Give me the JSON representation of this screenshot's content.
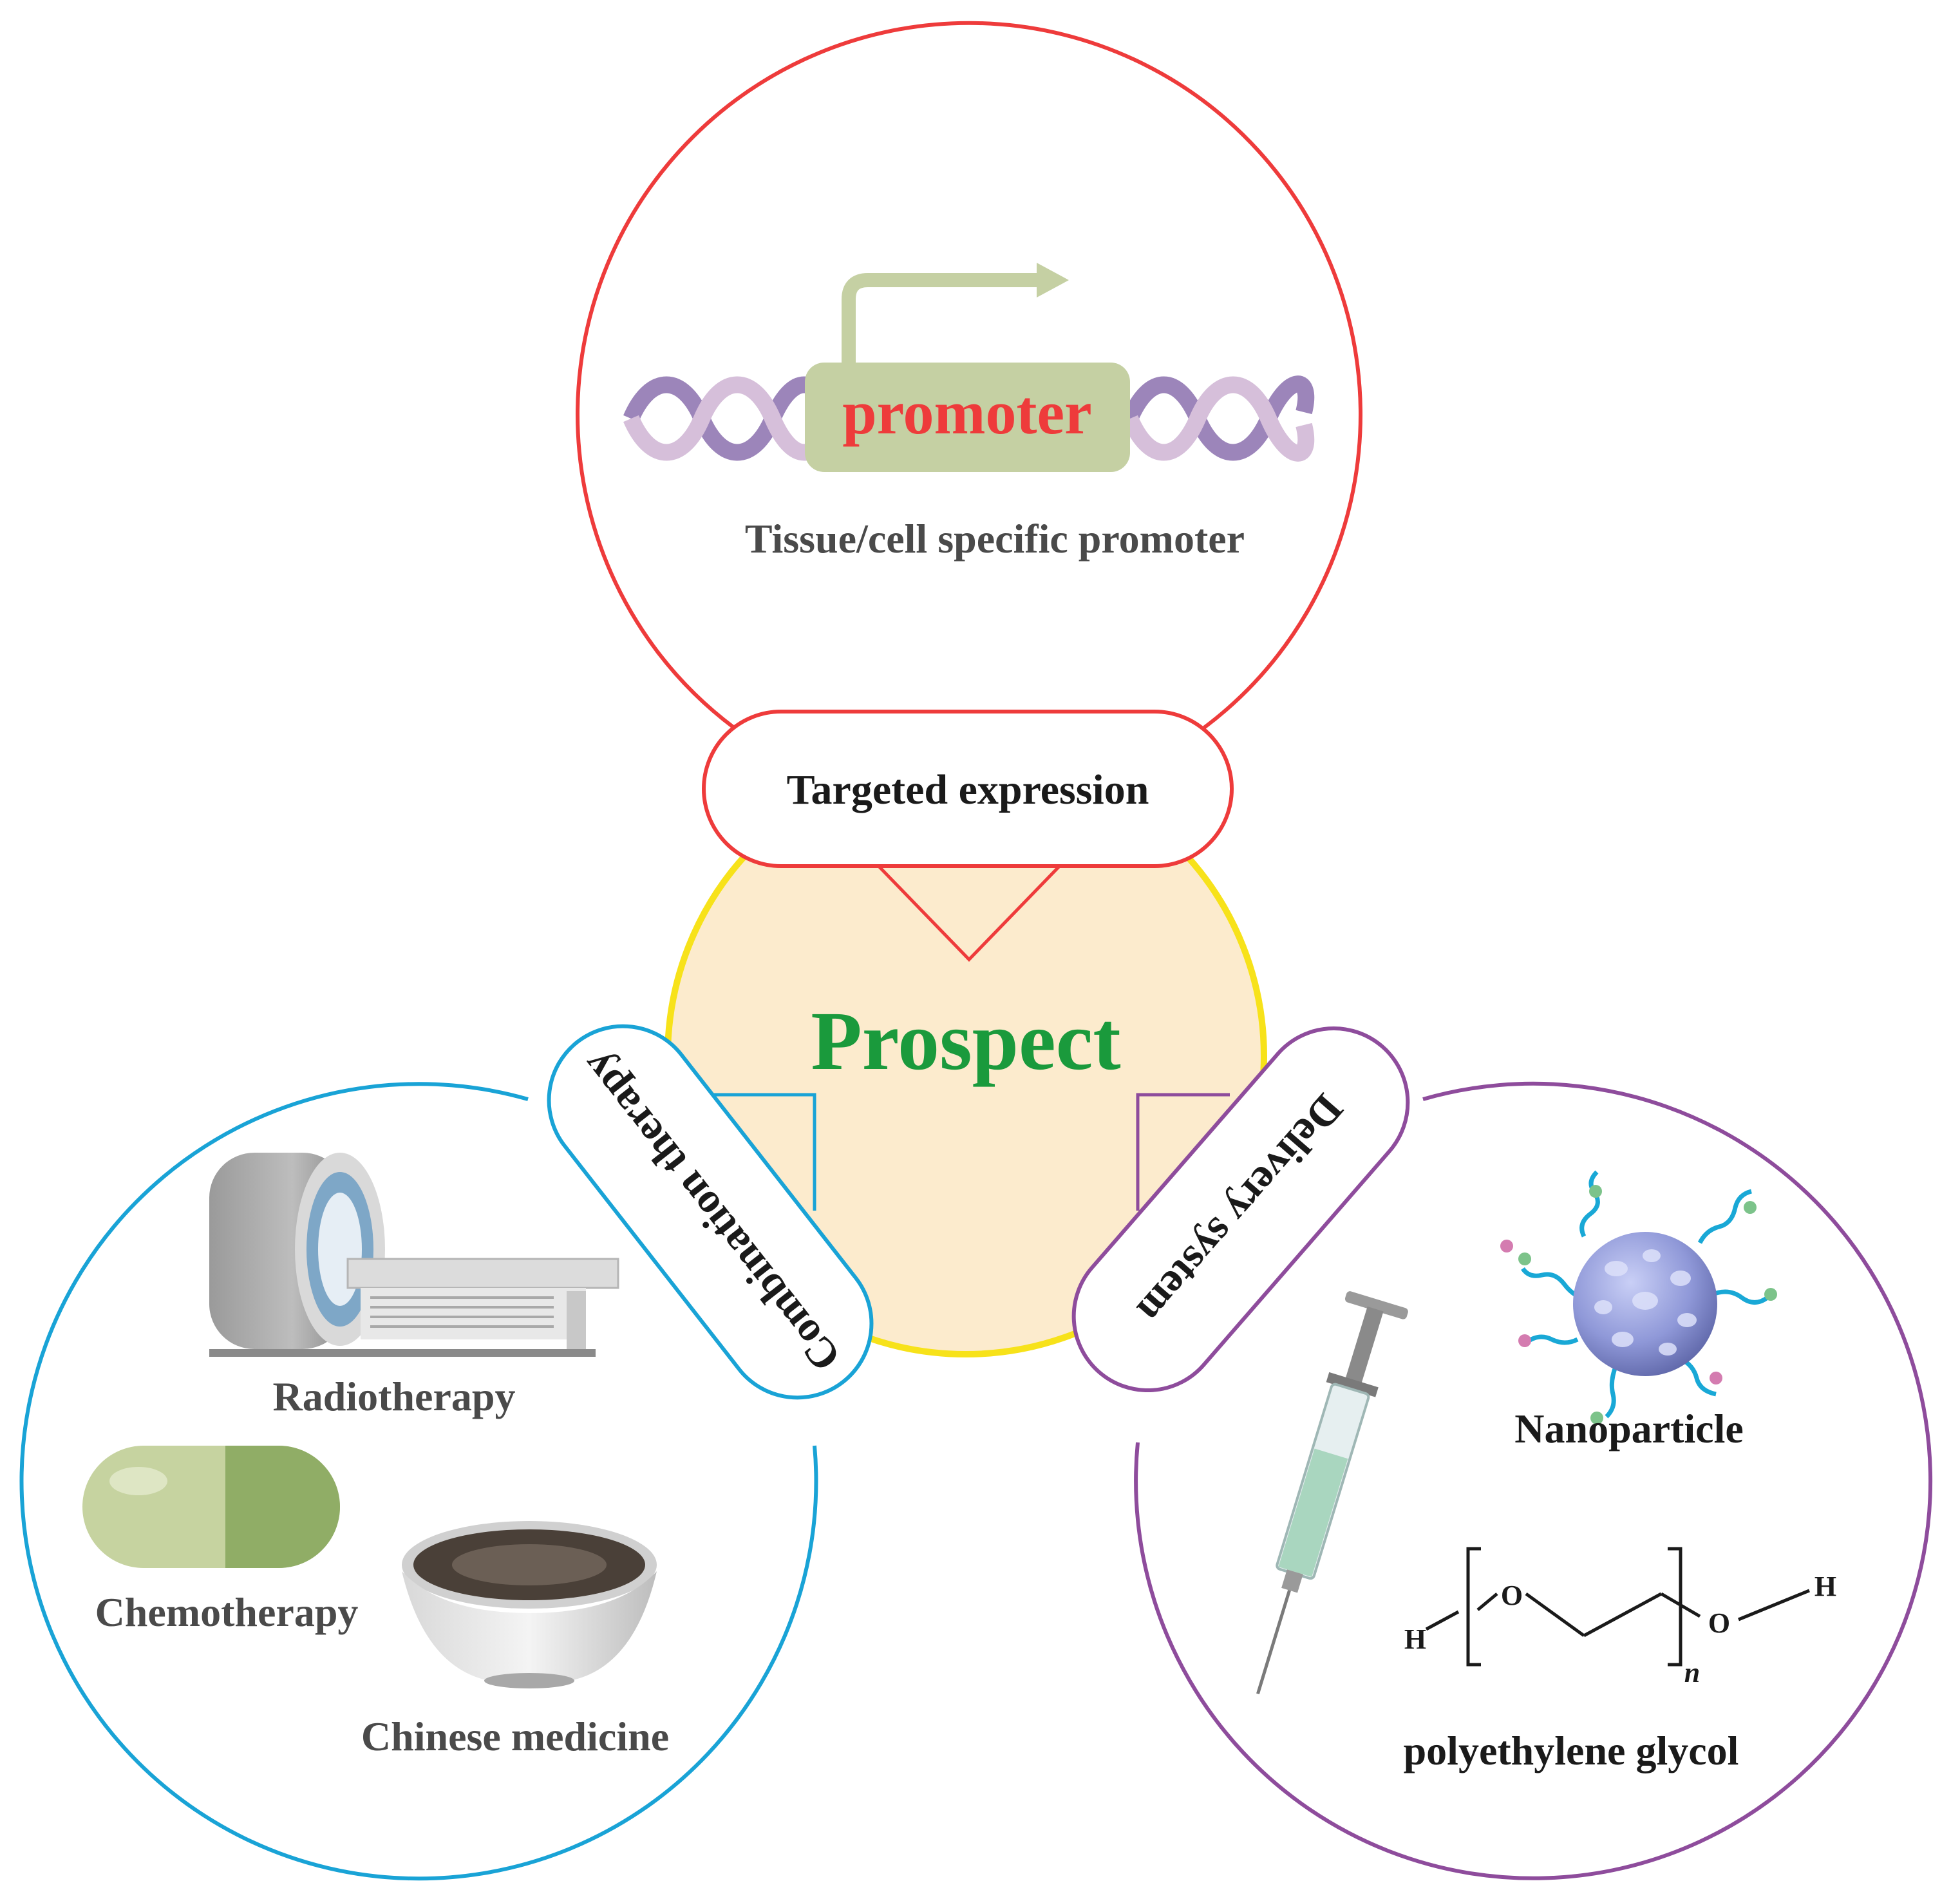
{
  "center": {
    "label": "Prospect",
    "color": "#1a9a3c",
    "fill": "#fcebcd",
    "stroke": "#f7e21a"
  },
  "top": {
    "pill_label": "Targeted expression",
    "color": "#ee3b3b",
    "promoter_label": "promoter",
    "caption": "Tissue/cell specific promoter"
  },
  "left": {
    "pill_label": "Combination therapy",
    "color": "#19a3d6",
    "items": [
      "Radiotherapy",
      "Chemotherapy",
      "Chinese medicine"
    ]
  },
  "right": {
    "pill_label": "Delivery system",
    "color": "#8e4c9c",
    "items": [
      "Nanoparticle",
      "polyethylene glycol"
    ],
    "peg_atoms": {
      "h_left": "H",
      "o_left": "O",
      "n": "n",
      "o_right": "O",
      "h_right": "H"
    }
  }
}
